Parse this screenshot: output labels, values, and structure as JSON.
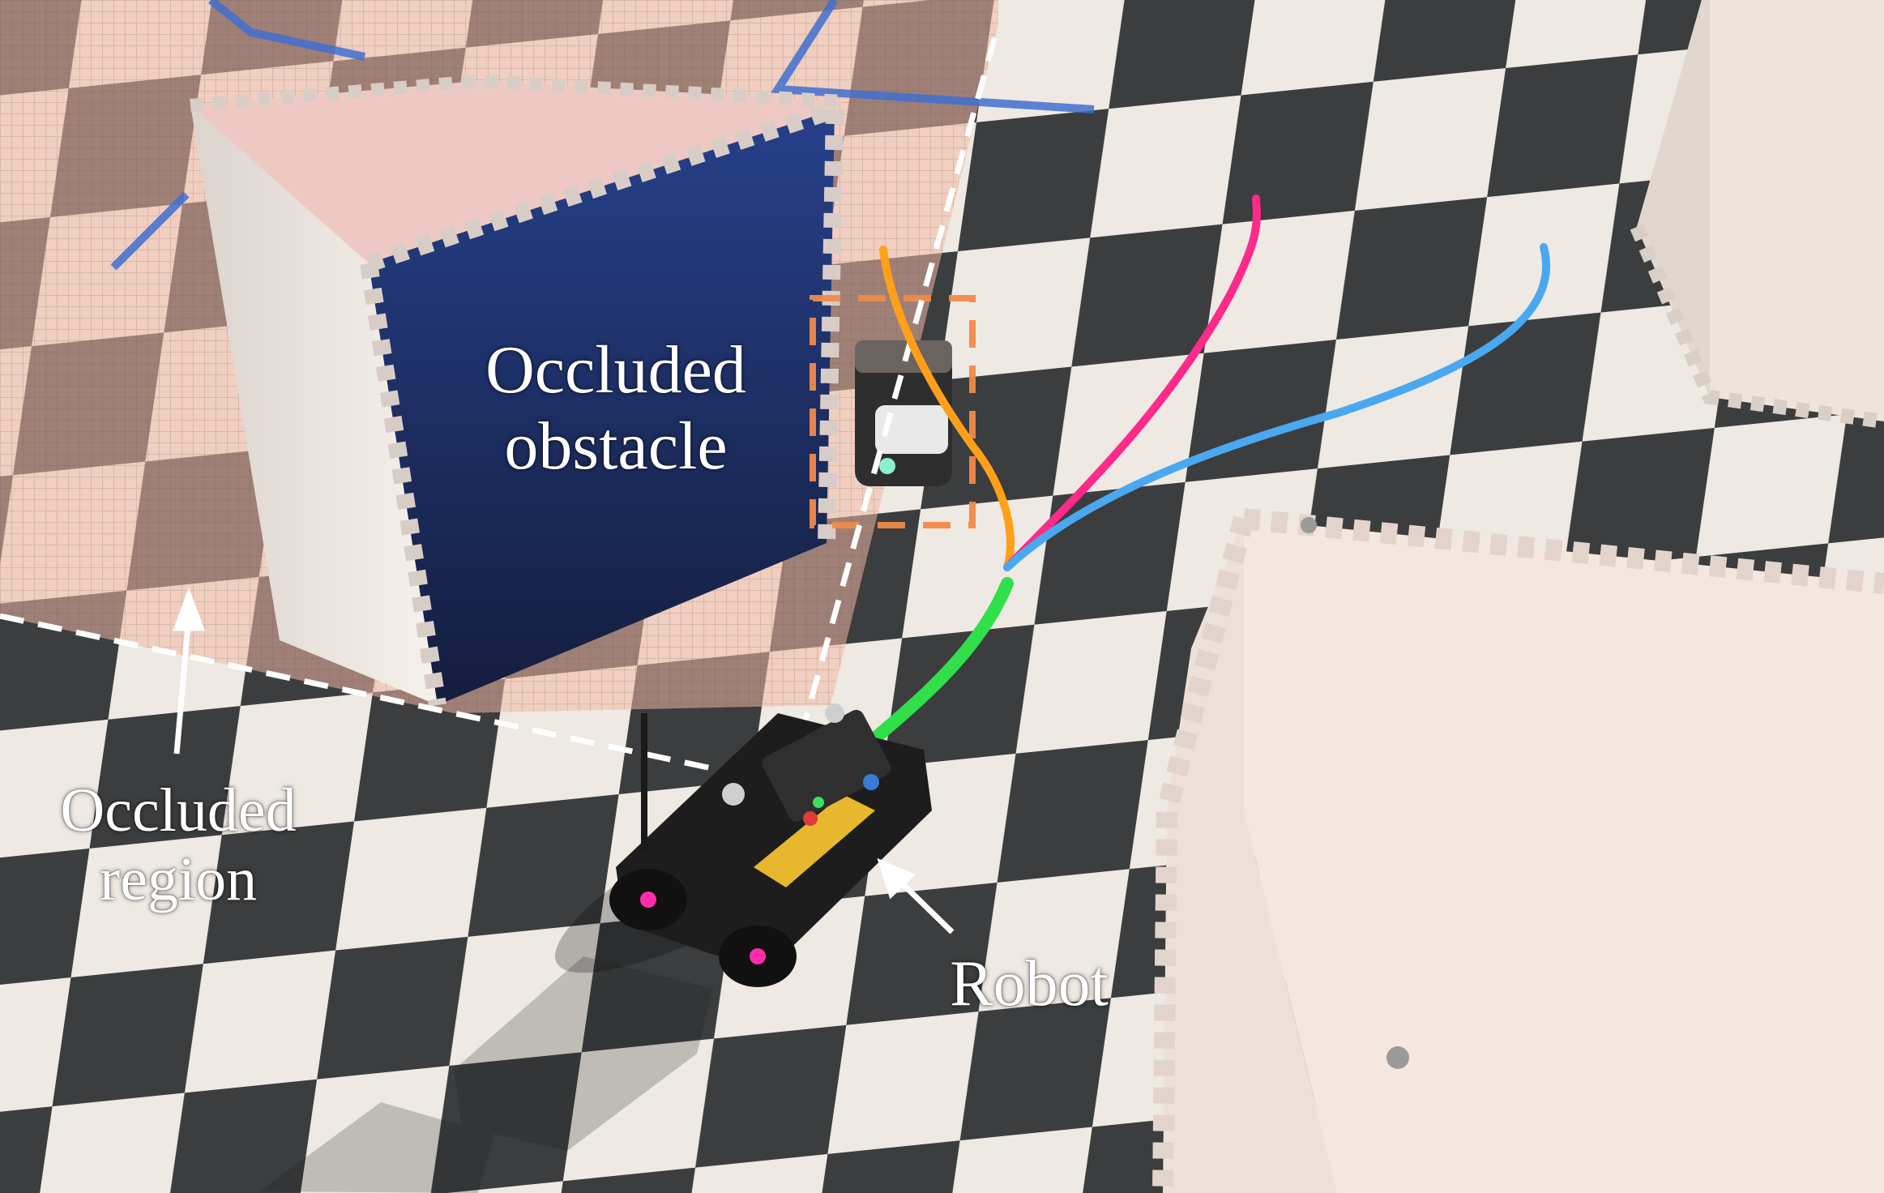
{
  "labels": {
    "occluded_obstacle": [
      "Occluded",
      "obstacle"
    ],
    "occluded_region": [
      "Occluded",
      "region"
    ],
    "robot": "Robot"
  },
  "colors": {
    "trajectory_executed": "#2fe04a",
    "trajectory_orange": "#ff9f1a",
    "trajectory_pink": "#ff2a8a",
    "trajectory_blue": "#4aa8f0",
    "highlight_box": "#f08a4a",
    "boundary_line": "#ffffff",
    "mat_light": "#eee9e2",
    "mat_dark": "#3b3d3e",
    "cube_front": "#1f3270",
    "occlusion_tint": "#f2b8a4"
  },
  "icons": {
    "robot": "robot-car-icon",
    "hidden_robot": "hidden-robot-icon"
  }
}
